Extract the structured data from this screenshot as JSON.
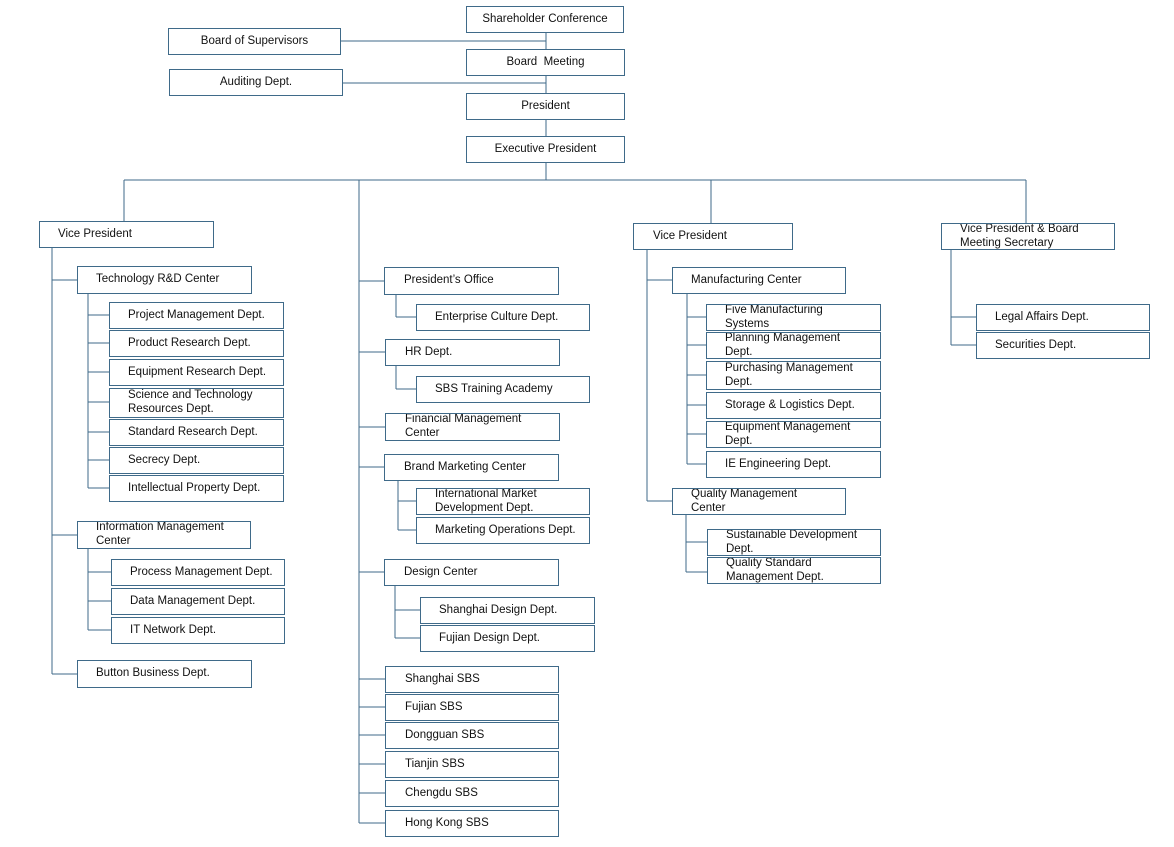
{
  "colors": {
    "line": "#3f6a89",
    "box_border": "#3f6a89",
    "text": "#111111",
    "background": "#ffffff"
  },
  "top": {
    "shareholder_conference": "Shareholder Conference",
    "board_of_supervisors": "Board of Supervisors",
    "board_meeting": "Board  Meeting",
    "auditing_dept": "Auditing Dept.",
    "president": "President",
    "executive_president": "Executive President"
  },
  "col1": {
    "vice_president": "Vice President",
    "tech_rd_center": "Technology R&D Center",
    "tech_rd_depts": [
      "Project Management Dept.",
      "Product Research Dept.",
      "Equipment Research Dept.",
      "Science and Technology\nResources Dept.",
      "Standard Research Dept.",
      "Secrecy Dept.",
      "Intellectual Property Dept."
    ],
    "info_mgmt_center": "Information Management\nCenter",
    "info_mgmt_depts": [
      "Process Management Dept.",
      "Data Management Dept.",
      "IT Network Dept."
    ],
    "button_business_dept": "Button Business Dept."
  },
  "col2": {
    "presidents_office": "President’s Office",
    "enterprise_culture_dept": "Enterprise Culture Dept.",
    "hr_dept": "HR Dept.",
    "sbs_training_academy": "SBS Training Academy",
    "financial_mgmt_center": "Financial Management\nCenter",
    "brand_marketing_center": "Brand Marketing Center",
    "intl_market_dev_dept": "International Market\nDevelopment Dept.",
    "marketing_operations_dept": "Marketing Operations Dept.",
    "design_center": "Design Center",
    "shanghai_design_dept": "Shanghai Design Dept.",
    "fujian_design_dept": "Fujian Design Dept.",
    "branches": [
      "Shanghai SBS",
      "Fujian SBS",
      "Dongguan SBS",
      "Tianjin SBS",
      "Chengdu SBS",
      "Hong Kong SBS"
    ]
  },
  "col3": {
    "vice_president": "Vice President",
    "manufacturing_center": "Manufacturing Center",
    "manufacturing_depts": [
      "Five Manufacturing\nSystems",
      "Planning Management\nDept.",
      "Purchasing Management\nDept.",
      "Storage & Logistics Dept.",
      "Equipment Management\nDept.",
      "IE Engineering Dept."
    ],
    "quality_mgmt_center": "Quality Management\nCenter",
    "quality_depts": [
      "Sustainable Development\nDept.",
      "Quality Standard\nManagement Dept."
    ]
  },
  "col4": {
    "vp_board_secretary": "Vice President & Board\nMeeting Secretary",
    "legal_affairs_dept": "Legal Affairs Dept.",
    "securities_dept": "Securities Dept."
  }
}
